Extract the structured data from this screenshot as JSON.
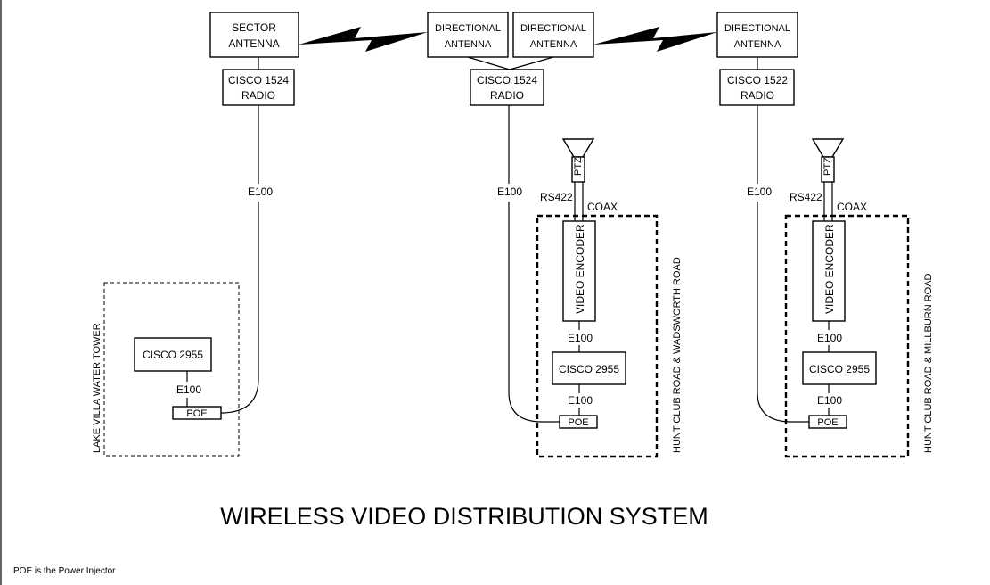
{
  "title": "WIRELESS VIDEO DISTRIBUTION SYSTEM",
  "footnote": "POE is the Power Injector",
  "antennas": {
    "sector": [
      "SECTOR",
      "ANTENNA"
    ],
    "directional_1": [
      "DIRECTIONAL",
      "ANTENNA"
    ],
    "directional_2": [
      "DIRECTIONAL",
      "ANTENNA"
    ],
    "directional_3": [
      "DIRECTIONAL",
      "ANTENNA"
    ]
  },
  "radios": {
    "radio_1": [
      "CISCO 1524",
      "RADIO"
    ],
    "radio_2": [
      "CISCO 1524",
      "RADIO"
    ],
    "radio_3": [
      "CISCO 1522",
      "RADIO"
    ]
  },
  "links": {
    "e100": "E100",
    "rs422": "RS422",
    "coax": "COAX"
  },
  "devices": {
    "switch": "CISCO 2955",
    "poe": "POE",
    "encoder": "VIDEO ENCODER",
    "camera": "PTZ"
  },
  "sites": {
    "site_1": "LAKE VILLA WATER TOWER",
    "site_2": "HUNT CLUB ROAD & WADSWORTH ROAD",
    "site_3": "HUNT CLUB ROAD & MILLBURN ROAD"
  }
}
